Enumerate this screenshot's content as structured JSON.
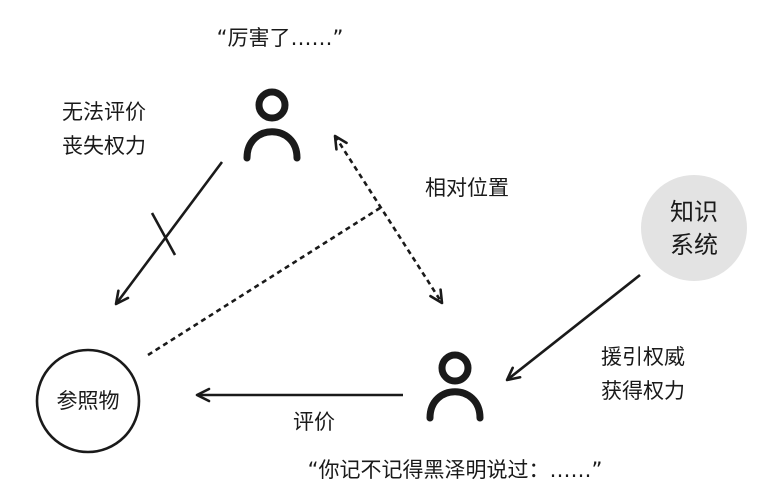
{
  "diagram": {
    "top_quote": "“厉害了……”",
    "bottom_quote": "“你记不记得黑泽明说过：……”",
    "lose_power_label": [
      "无法评价",
      "丧失权力"
    ],
    "relative_position_label": "相对位置",
    "gain_power_label": [
      "援引权威",
      "获得权力"
    ],
    "evaluate_label": "评价",
    "reference_node": "参照物",
    "knowledge_node": [
      "知识",
      "系统"
    ]
  }
}
